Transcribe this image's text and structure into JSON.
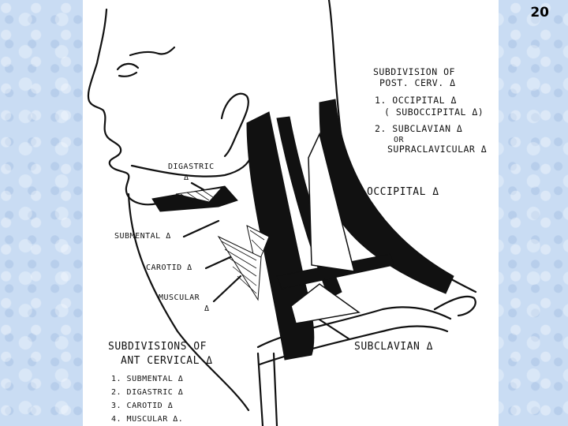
{
  "slide_number": "20",
  "top_right_legend": {
    "heading_line1": "SUBDIVISION OF",
    "heading_line2": "POST. CERV. Δ",
    "item1": "1. OCCIPITAL Δ",
    "item1_sub": "( SUBOCCIPITAL Δ)",
    "item2": "2. SUBCLAVIAN Δ",
    "item2_or": "OR",
    "item2_alt": "SUPRACLAVICULAR Δ"
  },
  "labels": {
    "digastric_line1": "DIGASTRIC",
    "digastric_line2": "Δ",
    "submental": "SUBMENTAL Δ",
    "carotid": "CAROTID Δ",
    "muscular_line1": "MUSCULAR",
    "muscular_line2": "Δ",
    "occipital": "OCCIPITAL Δ",
    "subclavian": "SUBCLAVIAN Δ"
  },
  "bottom_left_legend": {
    "heading_line1": "SUBDIVISIONS OF",
    "heading_line2": "ANT CERVICAL Δ",
    "items": [
      "1. SUBMENTAL Δ",
      "2. DIGASTRIC Δ",
      "3. CAROTID Δ",
      "4. MUSCULAR Δ."
    ]
  }
}
